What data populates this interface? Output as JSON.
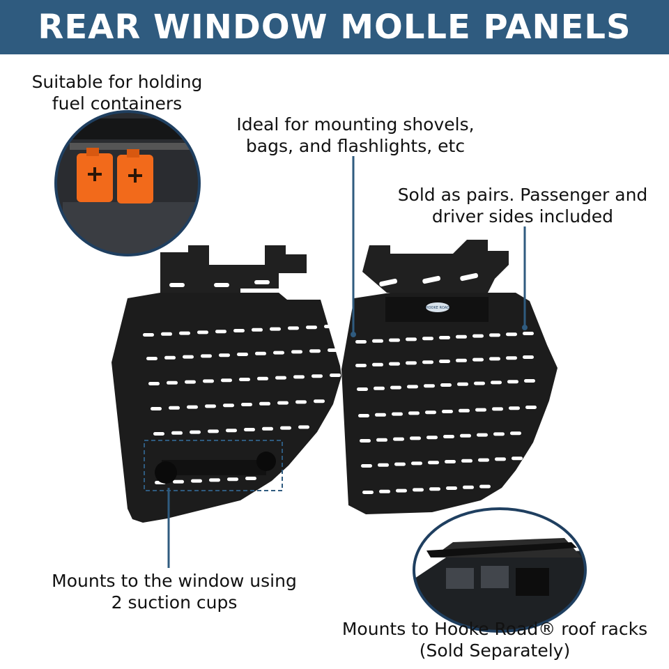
{
  "header": {
    "title": "REAR WINDOW MOLLE PANELS"
  },
  "captions": {
    "fuel": [
      "Suitable for holding",
      "fuel containers"
    ],
    "shovels": [
      "Ideal for mounting shovels,",
      "bags, and flashlights, etc"
    ],
    "pairs": [
      "Sold as pairs. Passenger and",
      "driver sides included"
    ],
    "suction": [
      "Mounts to the window using",
      "2 suction cups"
    ],
    "roof": [
      "Mounts to Hooke Road® roof racks",
      "(Sold Separately)"
    ]
  },
  "brand_plate": "HOOKE ROAD",
  "colors": {
    "banner": "#2f5b7f",
    "callout_line": "#2f5b7f",
    "panel": "#1c1c1c",
    "fuel_can": "#f26a1b"
  }
}
